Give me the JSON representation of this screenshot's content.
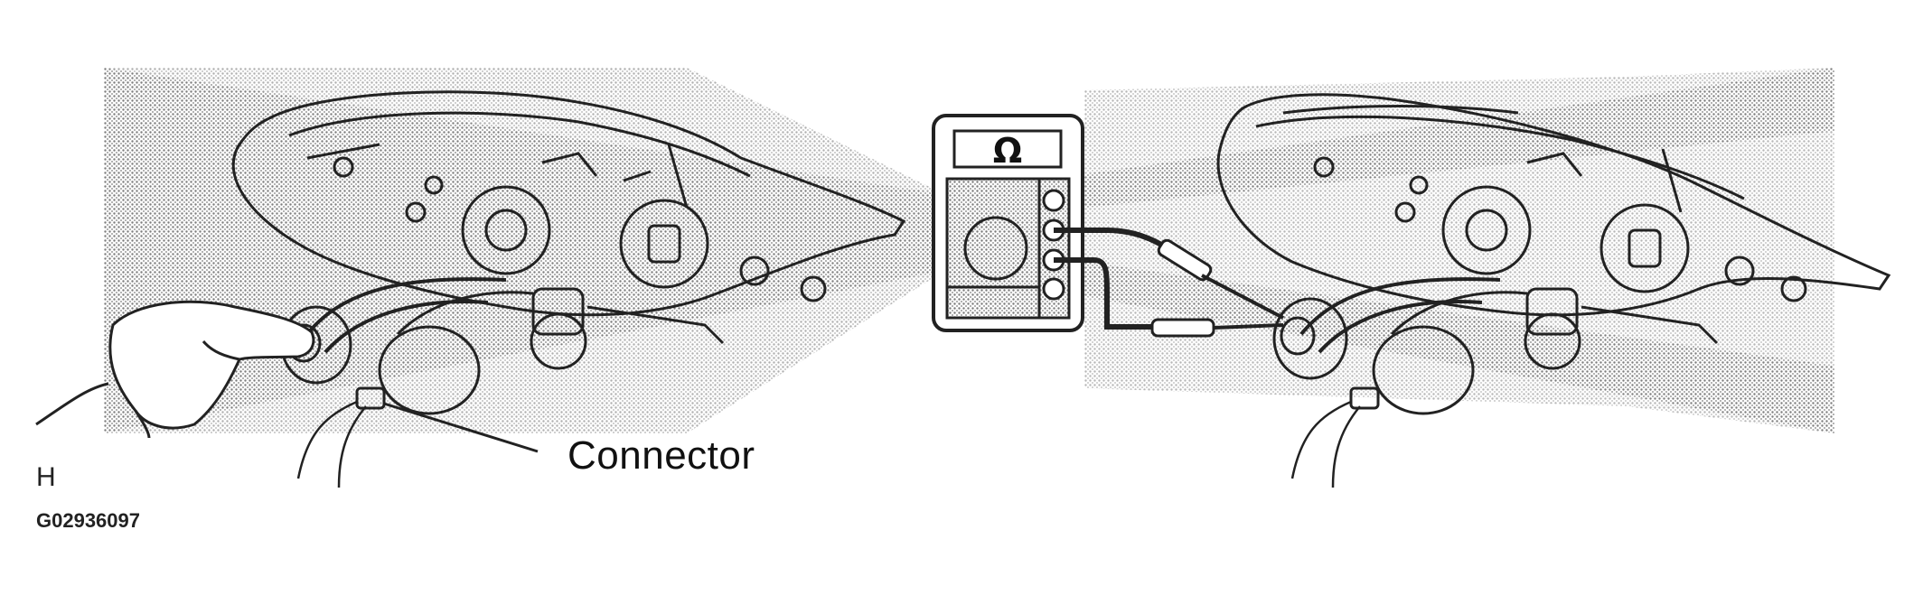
{
  "labels": {
    "connector": "Connector",
    "view": "H",
    "figure_code": "G02936097"
  },
  "meter": {
    "symbol": "Ω"
  },
  "colors": {
    "line": "#222222",
    "shading": "#9a9a9a",
    "background": "#ffffff"
  }
}
